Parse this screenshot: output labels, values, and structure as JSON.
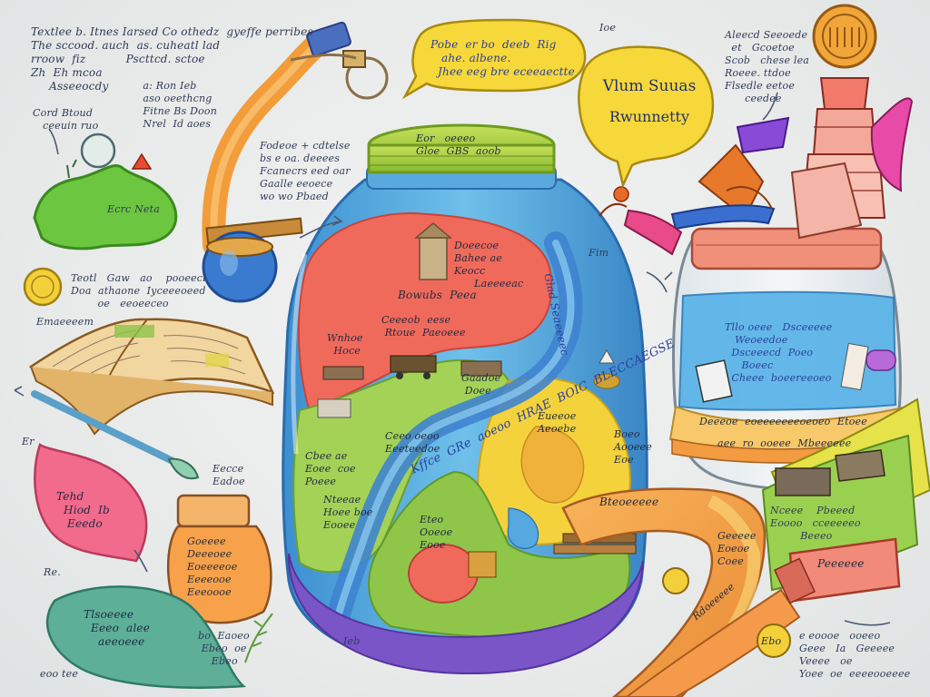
{
  "colors": {
    "paper": "#eceeee",
    "jar_blue": "#4aa4dc",
    "lid_green": "#a9d23c",
    "map_red": "#f06a5c",
    "map_green": "#9fcf52",
    "map_yellow": "#f4d23c",
    "band_purple": "#7a55c8",
    "ribbon_orange": "#f2a04a",
    "bubble_yellow": "#f7d83a",
    "leaf_pink": "#f26a8c",
    "leaf_teal": "#5eaf98"
  },
  "icons": [
    "piggy-bank-icon",
    "coin-icon",
    "open-book-icon",
    "pen-icon",
    "small-jar-icon",
    "trophy-icon",
    "faucet-pipe-icon",
    "key-ring-icon",
    "glass-jar-icon",
    "coin-stack-icon"
  ],
  "texts": {
    "top_left_notes": "Textlee b. Itnes Iarsed Co othedz  gyeffe perribes\nThe sccood. auch  as. cuheatl lad\nrroow  fiz           Pscttcd. sctoe\nZh  Eh mcoa\n     Asseeocdy",
    "left_mid_note": "Cord Btoud\n   ceeuin ruo",
    "left_mid_note_2": "  a: Ron Ieb\n  aso oeethcng\n  Fitne Bs Doon\n  Nrel  Id aoes",
    "figure_label": "Ecrc Neta",
    "center_top_notes": "Fodeoe + cdtelse\nbs e oa. deeees\nFcanecrs eed oar\nGaalle eeoece\nwo wo Pbaed",
    "bubble_left": "Pobe  er bo  deeb  Rig\n   ahe. albene.\n  Jhee eeg bre eceeaectte",
    "bubble_right_line1": "Vlum Suuas",
    "bubble_right_line2": "Rwunnetty",
    "top_right_notes": "Aleecd Seeoede\n  et   Gcoetoe\nScob   chese lea\nRoeee. ttdoe\nFlsedle eetoe\n      ceedee",
    "lid_text": "Eor   oeeeo\nGloe  GBS  aoob",
    "jar_side_text": "Glad Seaeeeec",
    "map_text_1": "Doeecoe\nBahee ae\nKeocc\n      Laeeeeac",
    "map_text_2": "Bowubs  Peea",
    "map_text_3": "Ceeeob  eese\n Rtoue  Paeoeee",
    "map_text_4": "Wnhoe\n  Hoce",
    "map_text_5": "Gaadoe\n Doee",
    "map_text_6": "Ceeo oeoo\nEeeteedoe",
    "map_text_7": "Cbee ae\nEoee  coe\nPoeee",
    "map_text_8": "Nteeae\nHoee boe\nEooee",
    "map_text_9": "Eueeoe\nAeoebe",
    "map_text_10": "Boeo\nAooeee\nEoe",
    "map_text_11": "Eteo\nOoeoe\nEooe",
    "river_text": "Kffce  GRe  aoeoo  HRAE  BOIC  BLECCAEGSE",
    "right_jar_text": "Tllo oeee   Dsceeeee\n   Weoeedoe\n  Dsceeecd  Poeo\n     Boeec\n  Cheee  boeereeoeo",
    "right_band_text": "Deeeoe  eoeeeeeeeoeoeo  Etoee",
    "right_band_text_2": "aee  ro  ooeee  Mbeeeeee",
    "right_mid_note": "Fim",
    "left_book_note": "Teotl   Gaw   ao    pooeecl\nDoa  athaone  Iyceeeoeed\n        oe   eeoeeceo",
    "left_label_small": "Emaeeeem",
    "pink_leaf_text": "Tehd\n  Hiod  Ib\n   Eeedo",
    "pen_note": "Eecce\nEadoe",
    "small_jar_text": "Goeeee\nDeeeoee\nEoeeeeoe\nEeeeooe\nEeeoooe",
    "teal_leaf_text": "Tlsoeeee\n  Eeeo  alee\n    aeeoeee",
    "bottom_left_note": "eoo tee",
    "bottom_center_note": "bo  Eaoeo\n Ebeo  oe\n    Ebeo",
    "bottom_center_note_2": "Ieb",
    "orange_ribbon_text": "Bteoeeeee",
    "ribbon_lower_text": "Rdoeeeee",
    "right_lower_notes": "Nceee    Pbeeed\nEoooo   cceeeeeo\n         Beeeo",
    "right_lower_notes_2": "Geeeee\nEoeoe\nCoee",
    "pink_tag_text": "Peeeeee",
    "bottom_right_notes": "e eoooe   ooeeo\nGeee   Ia   Geeeee\nVeeee   oe\nYoee  oe  eeeeooeeee",
    "coin_label": "Ebo",
    "side_mini_note": "Re.",
    "left_edge_note": "Er",
    "top_mid_small": "Ioe"
  }
}
